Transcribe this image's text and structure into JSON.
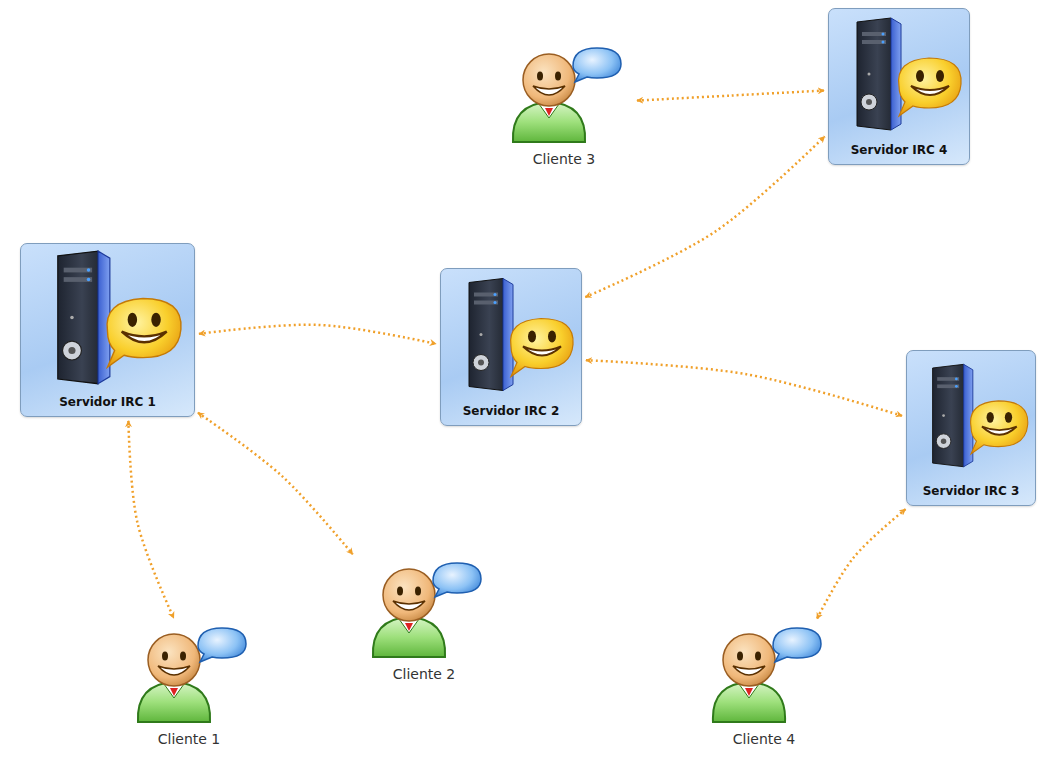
{
  "diagram": {
    "nodes": [
      {
        "text": [
          "Cliente 3"
        ]
      },
      {
        "text": [
          "Servidor IRC 4"
        ]
      },
      {
        "text": [
          "Servidor IRC 1"
        ]
      },
      {
        "text": [
          "Servidor IRC 2"
        ]
      },
      {
        "text": [
          "Servidor IRC 3"
        ]
      },
      {
        "text": [
          "Cliente 2"
        ]
      },
      {
        "text": [
          "Cliente 1"
        ]
      },
      {
        "text": [
          "Cliente 4"
        ]
      }
    ],
    "edges": [
      {
        "from": 0,
        "to": 1,
        "arrow": "both"
      },
      {
        "from": 2,
        "to": 3,
        "arrow": "both"
      },
      {
        "from": 3,
        "to": 1,
        "arrow": "both"
      },
      {
        "from": 3,
        "to": 4,
        "arrow": "both"
      },
      {
        "from": 2,
        "to": 6,
        "arrow": "both"
      },
      {
        "from": 2,
        "to": 5,
        "arrow": "both"
      },
      {
        "from": 4,
        "to": 7,
        "arrow": "both"
      }
    ]
  }
}
